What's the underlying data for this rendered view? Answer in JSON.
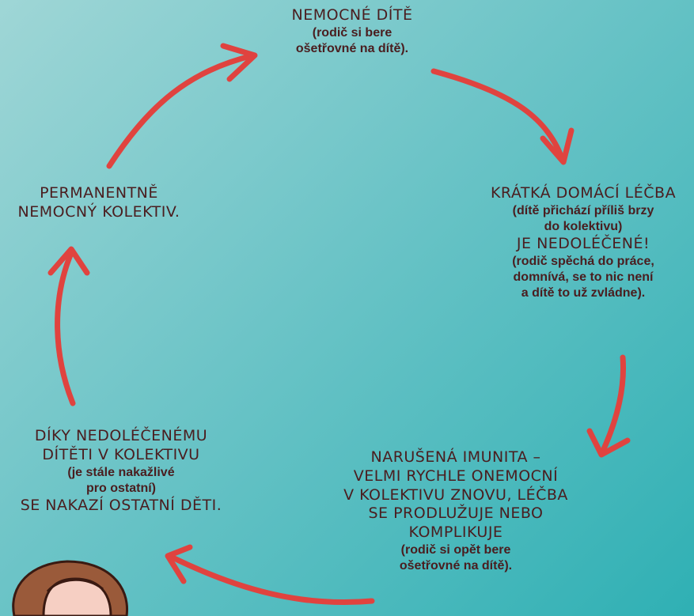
{
  "nodes": {
    "top": {
      "heading": "NEMOCNÉ DÍTĚ",
      "sub1": "(rodič si bere",
      "sub2": "ošetřovné na dítě)."
    },
    "right": {
      "heading1": "KRÁTKÁ DOMÁCÍ LÉČBA",
      "sub1": "(dítě přichází příliš brzy",
      "sub2": "do kolektivu)",
      "heading2": "JE NEDOLÉČENÉ!",
      "sub3": "(rodič spěchá do práce,",
      "sub4": "domnívá, se to nic není",
      "sub5": "a dítě to už zvládne)."
    },
    "bottom_right": {
      "heading1": "NARUŠENÁ IMUNITA –",
      "heading2": "VELMI RYCHLE ONEMOCNÍ",
      "heading3": "V KOLEKTIVU ZNOVU, LÉČBA",
      "heading4": "SE PRODLUŽUJE NEBO",
      "heading5": "KOMPLIKUJE",
      "sub1": "(rodič si opět bere",
      "sub2": "ošetřovné na dítě)."
    },
    "bottom_left": {
      "heading1": "DÍKY NEDOLÉČENÉMU",
      "heading2": "DÍTĚTI V KOLEKTIVU",
      "sub1": "(je stále nakažlivé",
      "sub2": "pro ostatní)",
      "heading3": "SE NAKAZÍ OSTATNÍ DĚTI."
    },
    "left": {
      "heading1": "PERMANENTNĚ",
      "heading2": "NEMOCNÝ KOLEKTIV."
    }
  },
  "colors": {
    "arrow": "#e0433f",
    "text": "#4a1d1f",
    "background_start": "#9fd6d6",
    "background_end": "#2fb0b4"
  }
}
